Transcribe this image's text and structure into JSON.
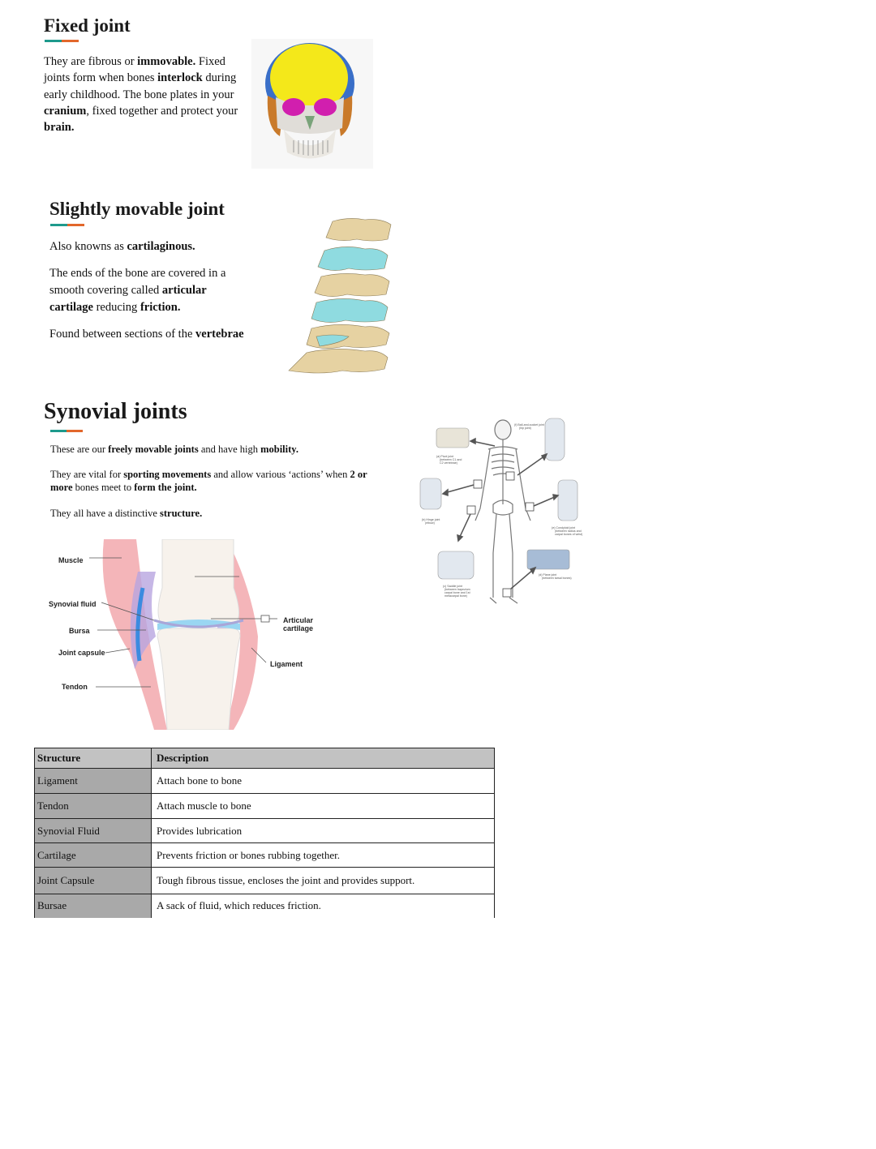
{
  "fixed": {
    "title": "Fixed joint",
    "p1": "They are fibrous or ",
    "p1b": "immovable.",
    "p2": " Fixed joints form when bones ",
    "p2b": "interlock",
    "p3": " during early childhood. The bone plates in your ",
    "p3b": "cranium",
    "p4": ", fixed together and protect your ",
    "p4b": "brain."
  },
  "slight": {
    "title": "Slightly movable joint",
    "a1": "Also knowns as ",
    "a1b": "cartilaginous.",
    "b1": "The ends of the bone are covered in a smooth covering called ",
    "b1b": "articular cartilage",
    "b2": " reducing ",
    "b2b": "friction.",
    "c1": "Found between sections of the ",
    "c1b": "vertebrae"
  },
  "synovial": {
    "title": "Synovial joints",
    "a1": "These are our ",
    "a1b": "freely movable joints",
    "a2": " and have high ",
    "a2b": "mobility.",
    "b1": "They are vital for ",
    "b1b": "sporting movements",
    "b2": " and allow various ‘actions’ when ",
    "b2b": "2 or more",
    "b3": " bones meet to ",
    "b3b": "form the joint.",
    "c1": "They all have a distinctive ",
    "c1b": "structure."
  },
  "diagram_labels": {
    "muscle": "Muscle",
    "synovial_fluid": "Synovial fluid",
    "bursa": "Bursa",
    "joint_capsule": "Joint capsule",
    "tendon": "Tendon",
    "articular_cartilage_1": "Articular",
    "articular_cartilage_2": "cartilage",
    "ligament": "Ligament"
  },
  "table": {
    "headers": [
      "Structure",
      "Description"
    ],
    "rows": [
      {
        "structure": "Ligament",
        "description": "Attach bone to bone"
      },
      {
        "structure": "Tendon",
        "description": "Attach muscle to bone"
      },
      {
        "structure": "Synovial Fluid",
        "description": "Provides lubrication"
      },
      {
        "structure": "Cartilage",
        "description": "Prevents friction or bones rubbing together."
      },
      {
        "structure": "Joint Capsule",
        "description": "Tough fibrous tissue, encloses the joint and provides support."
      },
      {
        "structure": "Bursae",
        "description": "A sack of fluid, which reduces friction."
      }
    ]
  },
  "colors": {
    "underline_teal": "#1e9a8c",
    "underline_orange": "#e2672b",
    "table_header_bg": "#c2c2c2",
    "table_first_col_bg": "#a9a9a9"
  }
}
